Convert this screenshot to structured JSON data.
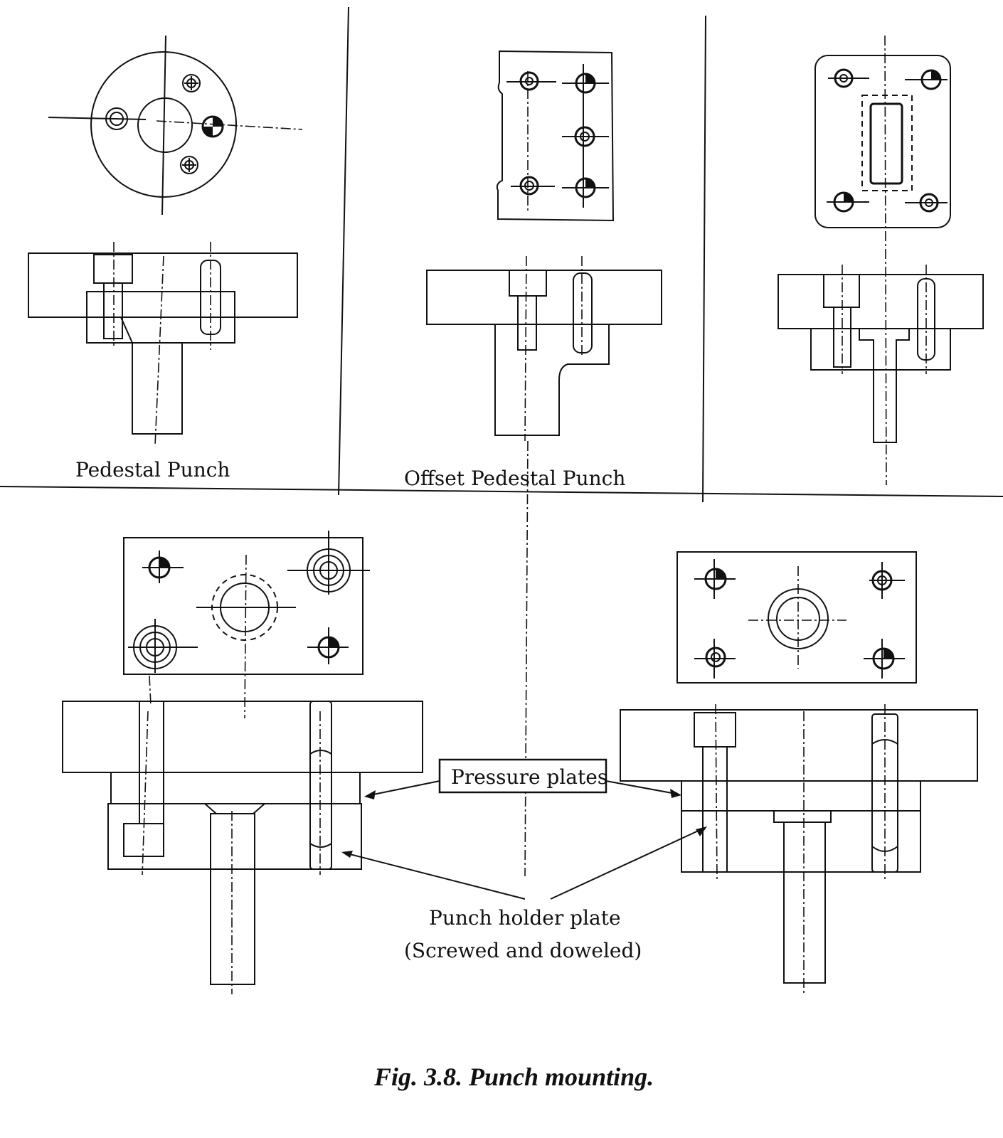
{
  "labels": {
    "pedestal_punch": "Pedestal Punch",
    "offset_pedestal_punch": "Offset Pedestal Punch",
    "pressure_plates": "Pressure plates",
    "punch_holder_line1": "Punch holder plate",
    "punch_holder_line2": "(Screwed and doweled)"
  },
  "caption": "Fig. 3.8. Punch mounting."
}
